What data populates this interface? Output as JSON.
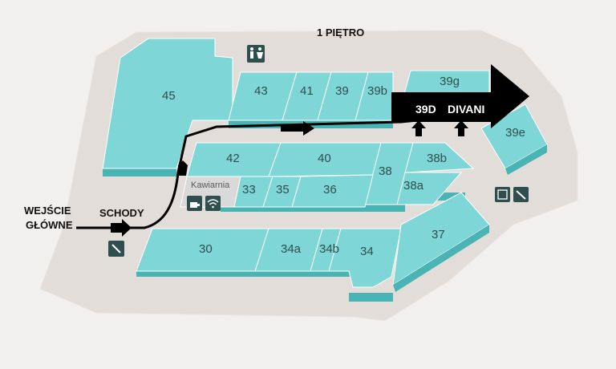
{
  "floor_label": "1 PIĘTRO",
  "units": {
    "u45": "45",
    "u43": "43",
    "u41": "41",
    "u39": "39",
    "u39b": "39b",
    "u39g": "39g",
    "u39e": "39e",
    "u42": "42",
    "u40": "40",
    "u38": "38",
    "u38b": "38b",
    "u38a": "38a",
    "u33": "33",
    "u35": "35",
    "u36": "36",
    "u30": "30",
    "u34a": "34a",
    "u34b": "34b",
    "u34": "34",
    "u37": "37"
  },
  "cafe_label": "Kawiarnia",
  "entrance_label": [
    "WEJŚCIE",
    "GŁÓWNE"
  ],
  "stairs_label": "SCHODY",
  "destination_labels": {
    "unit": "39D",
    "store": "DIVANI"
  },
  "icons": [
    "restroom-icon",
    "coffee-icon",
    "wifi-icon",
    "no-smoking-icon",
    "elevator-icon"
  ],
  "colors": {
    "shop": "#7fd6d6",
    "shop_side": "#4ab3b3",
    "floor": "#e2ddd8",
    "route": "#000000"
  }
}
